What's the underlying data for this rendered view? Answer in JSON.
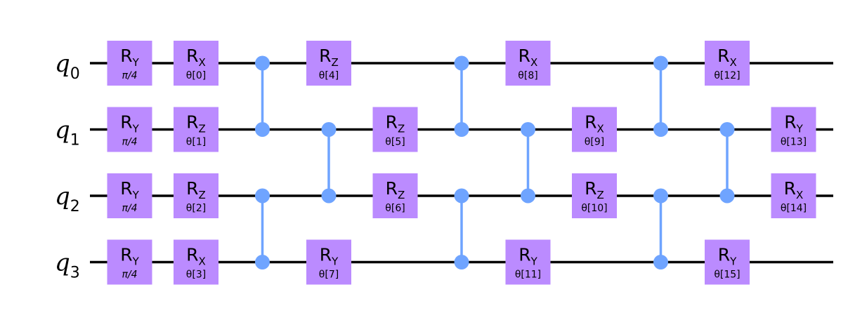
{
  "colors": {
    "gate_fill": "#bb8bff",
    "control_color": "#6fa4ff",
    "wire_color": "#000000"
  },
  "qubits": [
    {
      "letter": "q",
      "index": "0"
    },
    {
      "letter": "q",
      "index": "1"
    },
    {
      "letter": "q",
      "index": "2"
    },
    {
      "letter": "q",
      "index": "3"
    }
  ],
  "gates": [
    {
      "col": 0,
      "qubit": 0,
      "name": "R",
      "sub": "Y",
      "param": "π/4",
      "pi": true
    },
    {
      "col": 0,
      "qubit": 1,
      "name": "R",
      "sub": "Y",
      "param": "π/4",
      "pi": true
    },
    {
      "col": 0,
      "qubit": 2,
      "name": "R",
      "sub": "Y",
      "param": "π/4",
      "pi": true
    },
    {
      "col": 0,
      "qubit": 3,
      "name": "R",
      "sub": "Y",
      "param": "π/4",
      "pi": true
    },
    {
      "col": 1,
      "qubit": 0,
      "name": "R",
      "sub": "X",
      "param": "θ[0]"
    },
    {
      "col": 1,
      "qubit": 1,
      "name": "R",
      "sub": "Z",
      "param": "θ[1]"
    },
    {
      "col": 1,
      "qubit": 2,
      "name": "R",
      "sub": "Z",
      "param": "θ[2]"
    },
    {
      "col": 1,
      "qubit": 3,
      "name": "R",
      "sub": "X",
      "param": "θ[3]"
    },
    {
      "col": 3,
      "qubit": 0,
      "name": "R",
      "sub": "Z",
      "param": "θ[4]"
    },
    {
      "col": 4,
      "qubit": 1,
      "name": "R",
      "sub": "Z",
      "param": "θ[5]"
    },
    {
      "col": 4,
      "qubit": 2,
      "name": "R",
      "sub": "Z",
      "param": "θ[6]"
    },
    {
      "col": 3,
      "qubit": 3,
      "name": "R",
      "sub": "Y",
      "param": "θ[7]"
    },
    {
      "col": 6,
      "qubit": 0,
      "name": "R",
      "sub": "X",
      "param": "θ[8]"
    },
    {
      "col": 7,
      "qubit": 1,
      "name": "R",
      "sub": "X",
      "param": "θ[9]"
    },
    {
      "col": 7,
      "qubit": 2,
      "name": "R",
      "sub": "Z",
      "param": "θ[10]"
    },
    {
      "col": 6,
      "qubit": 3,
      "name": "R",
      "sub": "Y",
      "param": "θ[11]"
    },
    {
      "col": 9,
      "qubit": 0,
      "name": "R",
      "sub": "X",
      "param": "θ[12]"
    },
    {
      "col": 10,
      "qubit": 1,
      "name": "R",
      "sub": "Y",
      "param": "θ[13]"
    },
    {
      "col": 10,
      "qubit": 2,
      "name": "R",
      "sub": "X",
      "param": "θ[14]"
    },
    {
      "col": 9,
      "qubit": 3,
      "name": "R",
      "sub": "Y",
      "param": "θ[15]"
    }
  ],
  "controlled_z": [
    {
      "col": 2,
      "qubits": [
        0,
        1
      ]
    },
    {
      "col": 2,
      "qubits": [
        2,
        3
      ]
    },
    {
      "col": 3,
      "qubits": [
        1,
        2
      ]
    },
    {
      "col": 5,
      "qubits": [
        0,
        1
      ]
    },
    {
      "col": 5,
      "qubits": [
        2,
        3
      ]
    },
    {
      "col": 6,
      "qubits": [
        1,
        2
      ]
    },
    {
      "col": 8,
      "qubits": [
        0,
        1
      ]
    },
    {
      "col": 8,
      "qubits": [
        2,
        3
      ]
    },
    {
      "col": 9,
      "qubits": [
        1,
        2
      ]
    }
  ]
}
